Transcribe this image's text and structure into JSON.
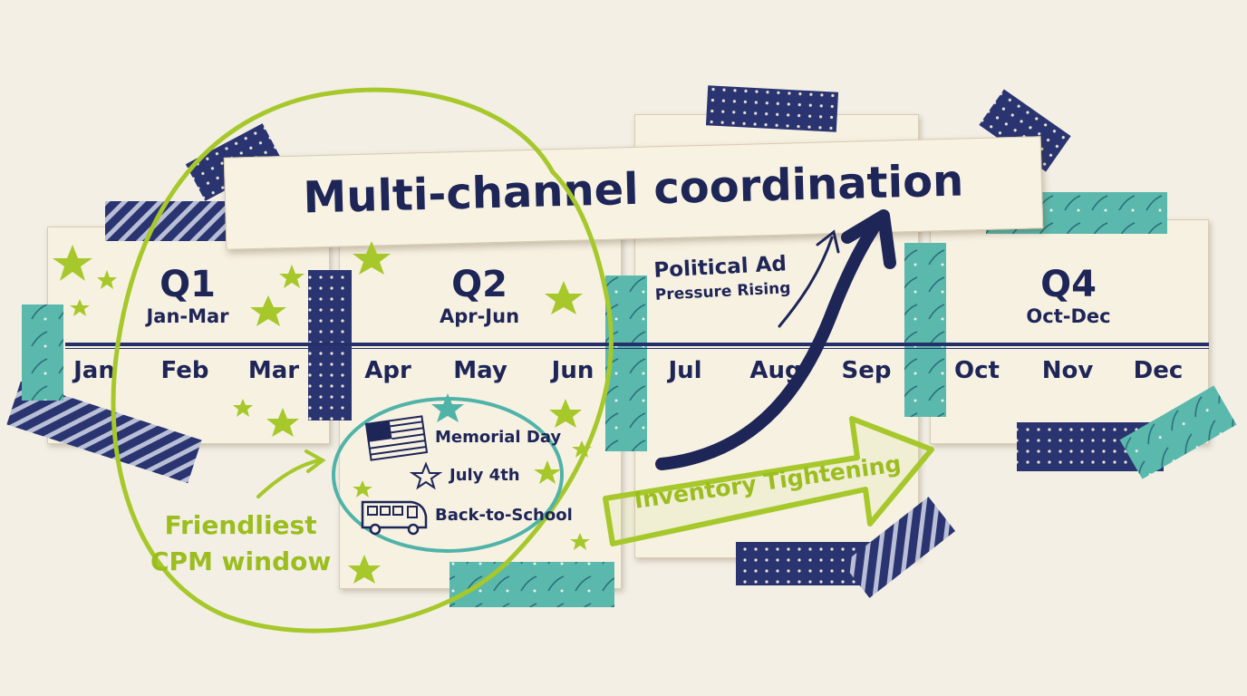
{
  "title": "Multi-channel coordination",
  "quarters": [
    {
      "name": "Q1",
      "range": "Jan-Mar"
    },
    {
      "name": "Q2",
      "range": "Apr-Jun"
    },
    {
      "name": "Q4",
      "range": "Oct-Dec"
    }
  ],
  "months": [
    "Jan",
    "Feb",
    "Mar",
    "Apr",
    "May",
    "Jun",
    "Jul",
    "Aug",
    "Sep",
    "Oct",
    "Nov",
    "Dec"
  ],
  "holidays": [
    "Memorial Day",
    "July 4th",
    "Back-to-School"
  ],
  "annotations": {
    "cpm_line1": "Friendliest",
    "cpm_line2": "CPM window",
    "political_line1": "Political Ad",
    "political_line2": "Pressure Rising",
    "inventory": "Inventory Tightening"
  },
  "colors": {
    "navy": "#1e2557",
    "lime": "#9bbd1e",
    "teal": "#5bb8ad",
    "paper": "#f7f1e2"
  },
  "icons": [
    "flag-icon",
    "star-icon",
    "school-bus-icon",
    "arrow-icon"
  ]
}
